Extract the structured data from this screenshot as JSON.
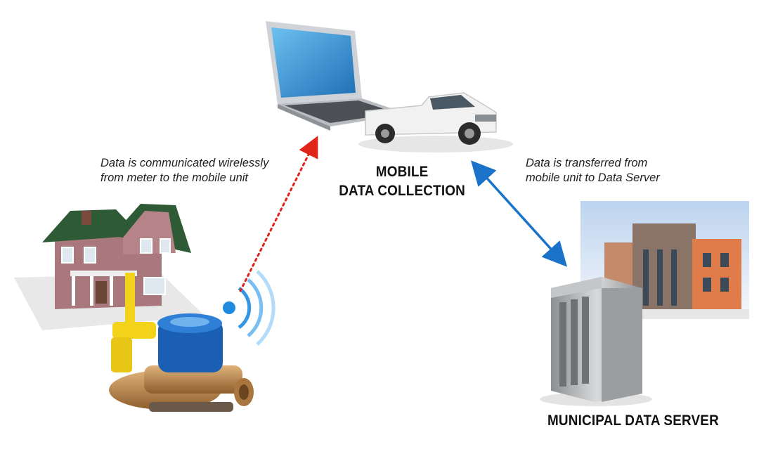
{
  "caption_meter_to_mobile": "Data is communicated wirelessly\nfrom meter to the mobile unit",
  "caption_mobile_to_server": "Data is transferred from\nmobile unit to Data Server",
  "node_mobile": "MOBILE\nDATA COLLECTION",
  "node_server": "MUNICIPAL DATA SERVER",
  "colors": {
    "wireless_arrow": "#e0241b",
    "transfer_arrow": "#1a73c8",
    "signal": "#1f8be0",
    "meter_body": "#1a5fb4",
    "meter_brass": "#b8864b",
    "valve_yellow": "#f2d21a",
    "house_wall": "#a9787d",
    "house_roof": "#2f5a36",
    "laptop_screen": "#3a9ad9",
    "truck": "#f1f1f1",
    "server": "#a9abad",
    "building": "#8a7468"
  }
}
